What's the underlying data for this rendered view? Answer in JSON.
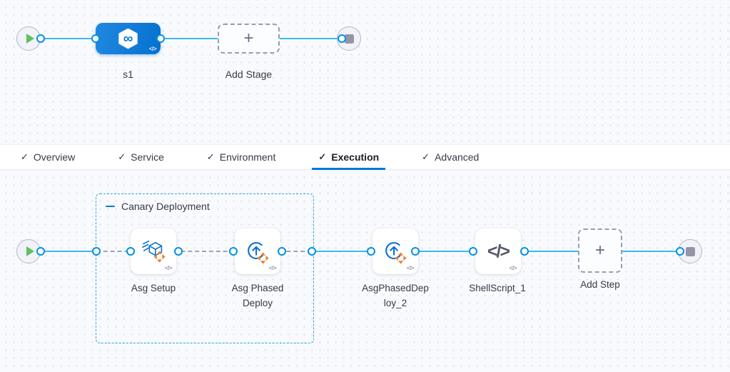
{
  "pipeline_studio": {
    "stage_row": {
      "stage_label": "s1",
      "add_stage_label": "Add Stage"
    },
    "tabs": [
      {
        "label": "Overview",
        "active": false
      },
      {
        "label": "Service",
        "active": false
      },
      {
        "label": "Environment",
        "active": false
      },
      {
        "label": "Execution",
        "active": true
      },
      {
        "label": "Advanced",
        "active": false
      }
    ],
    "execution": {
      "group_label": "Canary Deployment",
      "steps": [
        {
          "label": "Asg Setup",
          "icon": "asg-setup-icon"
        },
        {
          "label": "Asg Phased Deploy",
          "icon": "asg-phased-deploy-icon"
        },
        {
          "label": "AsgPhasedDeploy_2",
          "icon": "asg-phased-deploy-icon"
        },
        {
          "label": "ShellScript_1",
          "icon": "shell-script-icon"
        }
      ],
      "add_step_label": "Add Step"
    }
  },
  "icons": {
    "check": "✓",
    "plus": "+",
    "infinity": "∞",
    "code_badge": "</>",
    "shell": "</>"
  },
  "colors": {
    "edge_blue": "#3bb9ef",
    "port_ring": "#0092e4",
    "stage_blue": "#0a7cd7",
    "active_tab_underline": "#0278d5",
    "group_border": "#2aa6e0",
    "icon_blue": "#0b71d0",
    "orange_accent": "#ee7d2d",
    "play_green": "#5fbf61",
    "stop_gray": "#9496a8"
  }
}
